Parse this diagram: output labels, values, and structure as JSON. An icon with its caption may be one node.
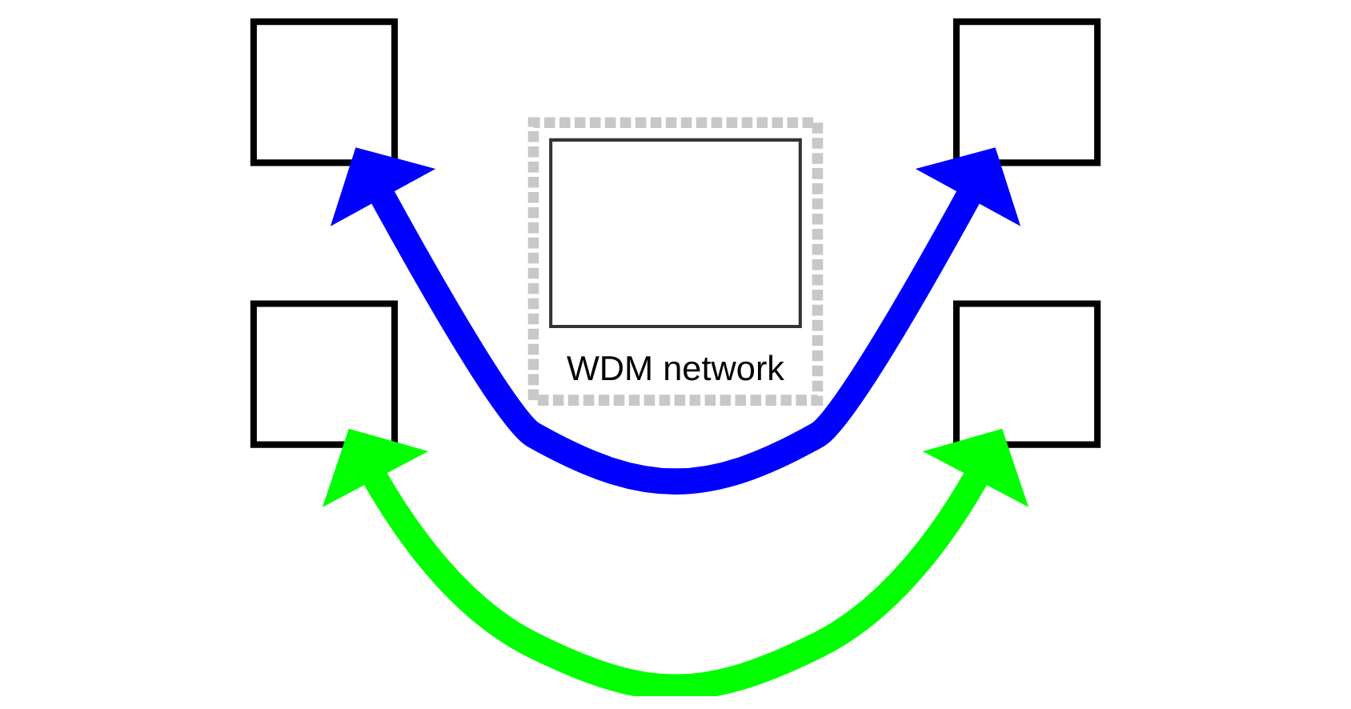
{
  "diagram": {
    "nodes": [
      {
        "text": [
          "WDM network"
        ]
      },
      {
        "text": [],
        "shape": "box"
      },
      {
        "text": [],
        "shape": "box"
      },
      {
        "text": [],
        "shape": "box"
      },
      {
        "text": [],
        "shape": "box"
      },
      {
        "text": [],
        "shape": "box",
        "in": 0
      }
    ],
    "edges": [
      {
        "from": 3,
        "to": 1,
        "arrow": "both",
        "color": "#00ff00"
      },
      {
        "from": 4,
        "to": 2,
        "arrow": "both",
        "color": "#0000ff"
      }
    ]
  }
}
